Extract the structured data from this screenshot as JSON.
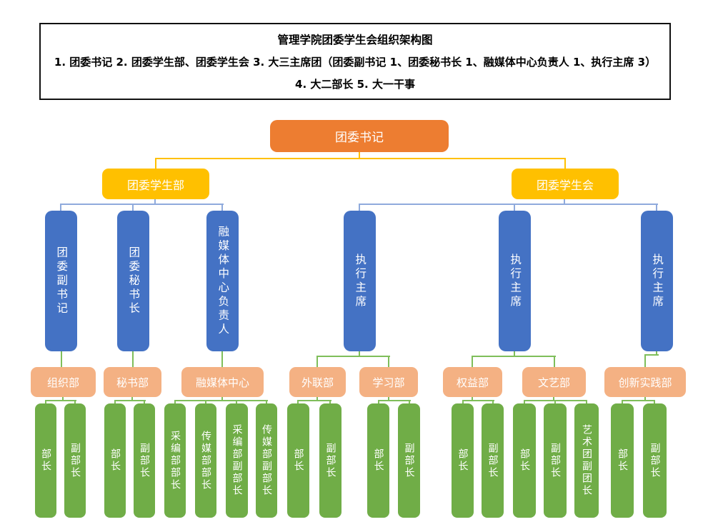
{
  "header": {
    "title": "管理学院团委学生会组织架构图",
    "note_line_1": "1. 团委书记    2. 团委学生部、团委学生会    3. 大三主席团（团委副书记 1、团委秘书长 1、融媒体中心负责人 1、执行主席 3）",
    "note_line_2": "4. 大二部长   5. 大一干事"
  },
  "org": {
    "root": {
      "label": "团委书记"
    },
    "branches": [
      {
        "label": "团委学生部"
      },
      {
        "label": "团委学生会"
      }
    ],
    "leaders": [
      {
        "label": "团委副书记"
      },
      {
        "label": "团委秘书长"
      },
      {
        "label": "融媒体中心负责人"
      },
      {
        "label": "执行主席"
      },
      {
        "label": "执行主席"
      },
      {
        "label": "执行主席"
      }
    ],
    "departments": [
      {
        "label": "组织部"
      },
      {
        "label": "秘书部"
      },
      {
        "label": "融媒体中心"
      },
      {
        "label": "外联部"
      },
      {
        "label": "学习部"
      },
      {
        "label": "权益部"
      },
      {
        "label": "文艺部"
      },
      {
        "label": "创新实践部"
      }
    ],
    "staff": [
      {
        "label": "部长"
      },
      {
        "label": "副部长"
      },
      {
        "label": "部长"
      },
      {
        "label": "副部长"
      },
      {
        "label": "采编部部长"
      },
      {
        "label": "传媒部部长"
      },
      {
        "label": "采编部副部长"
      },
      {
        "label": "传媒部副部长"
      },
      {
        "label": "部长"
      },
      {
        "label": "副部长"
      },
      {
        "label": "部长"
      },
      {
        "label": "副部长"
      },
      {
        "label": "部长"
      },
      {
        "label": "副部长"
      },
      {
        "label": "部长"
      },
      {
        "label": "副部长"
      },
      {
        "label": "艺术团副团长"
      },
      {
        "label": "部长"
      },
      {
        "label": "副部长"
      }
    ]
  },
  "colors": {
    "root_fill": "#ED7D31",
    "branch_fill": "#FFC000",
    "leader_fill": "#4472C4",
    "department_fill": "#F4B183",
    "staff_fill": "#70AD47",
    "connector_yellow": "#FFC000",
    "connector_blue": "#8FAADC",
    "connector_green": "#7FBE5A"
  }
}
